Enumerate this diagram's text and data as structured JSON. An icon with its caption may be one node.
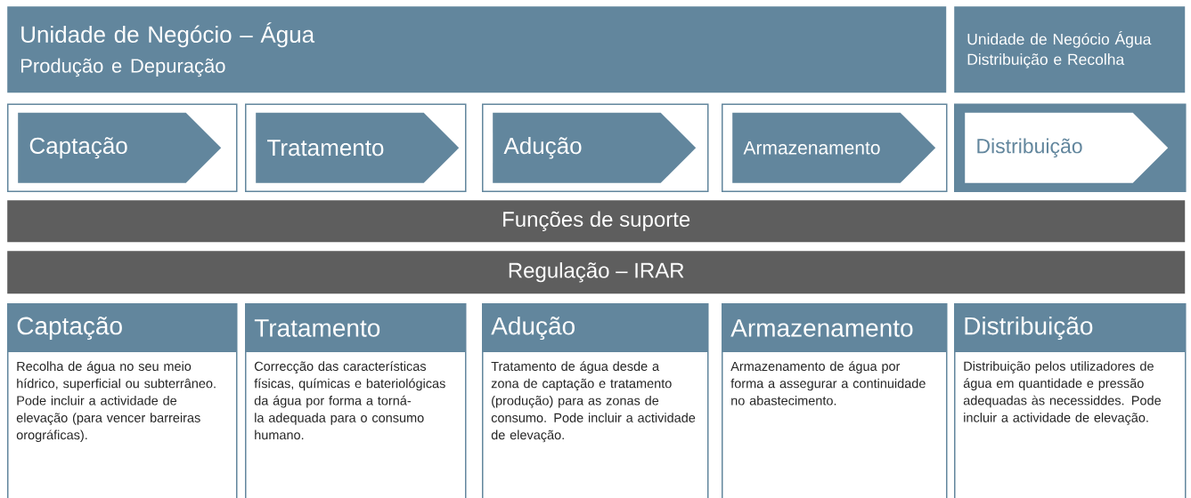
{
  "diagram": {
    "nodes": [
      {
        "text": [
          "Unidade de Negócio – Água",
          "Produção e Depuração"
        ]
      },
      {
        "text": [
          "Unidade de Negócio Água",
          "Distribuição e Recolha"
        ]
      },
      {
        "text": [],
        "shape": "box"
      },
      {
        "text": [
          "Captação"
        ],
        "in": 2
      },
      {
        "text": [],
        "shape": "box"
      },
      {
        "text": [
          "Tratamento"
        ],
        "in": 4
      },
      {
        "text": [],
        "shape": "box"
      },
      {
        "text": [
          "Adução"
        ],
        "in": 6
      },
      {
        "text": [],
        "shape": "box"
      },
      {
        "text": [
          "Armazenamento"
        ],
        "in": 8
      },
      {
        "text": [],
        "shape": "box"
      },
      {
        "text": [
          "Distribuição"
        ],
        "in": 10
      },
      {
        "text": [
          "Funções de suporte"
        ]
      },
      {
        "text": [
          "Regulação – IRAR"
        ]
      },
      {
        "text": [
          "Captação",
          "Recolha de água no seu meio hídrico, superficial ou subterrâneo. Pode incluir a actividade de elevação (para vencer barreiras orográficas)."
        ]
      },
      {
        "text": [
          "Tratamento",
          "Correcção das características físicas, químicas e bateriológicas da água por forma a torná-la adequada para o consumo humano."
        ]
      },
      {
        "text": [
          "Adução",
          "Tratamento de água desde a zona de captação e tratamento (produção) para as zonas de consumo. Pode incluir a actividade de elevação."
        ]
      },
      {
        "text": [
          "Armazenamento",
          "Armazenamento de água por forma a assegurar a continuidade no abastecimento."
        ]
      },
      {
        "text": [
          "Distribuição",
          "Distribuição pelos utilizadores de água em quantidade e pressão adequadas às necessiddes. Pode incluir a actividade de elevação."
        ]
      }
    ]
  }
}
